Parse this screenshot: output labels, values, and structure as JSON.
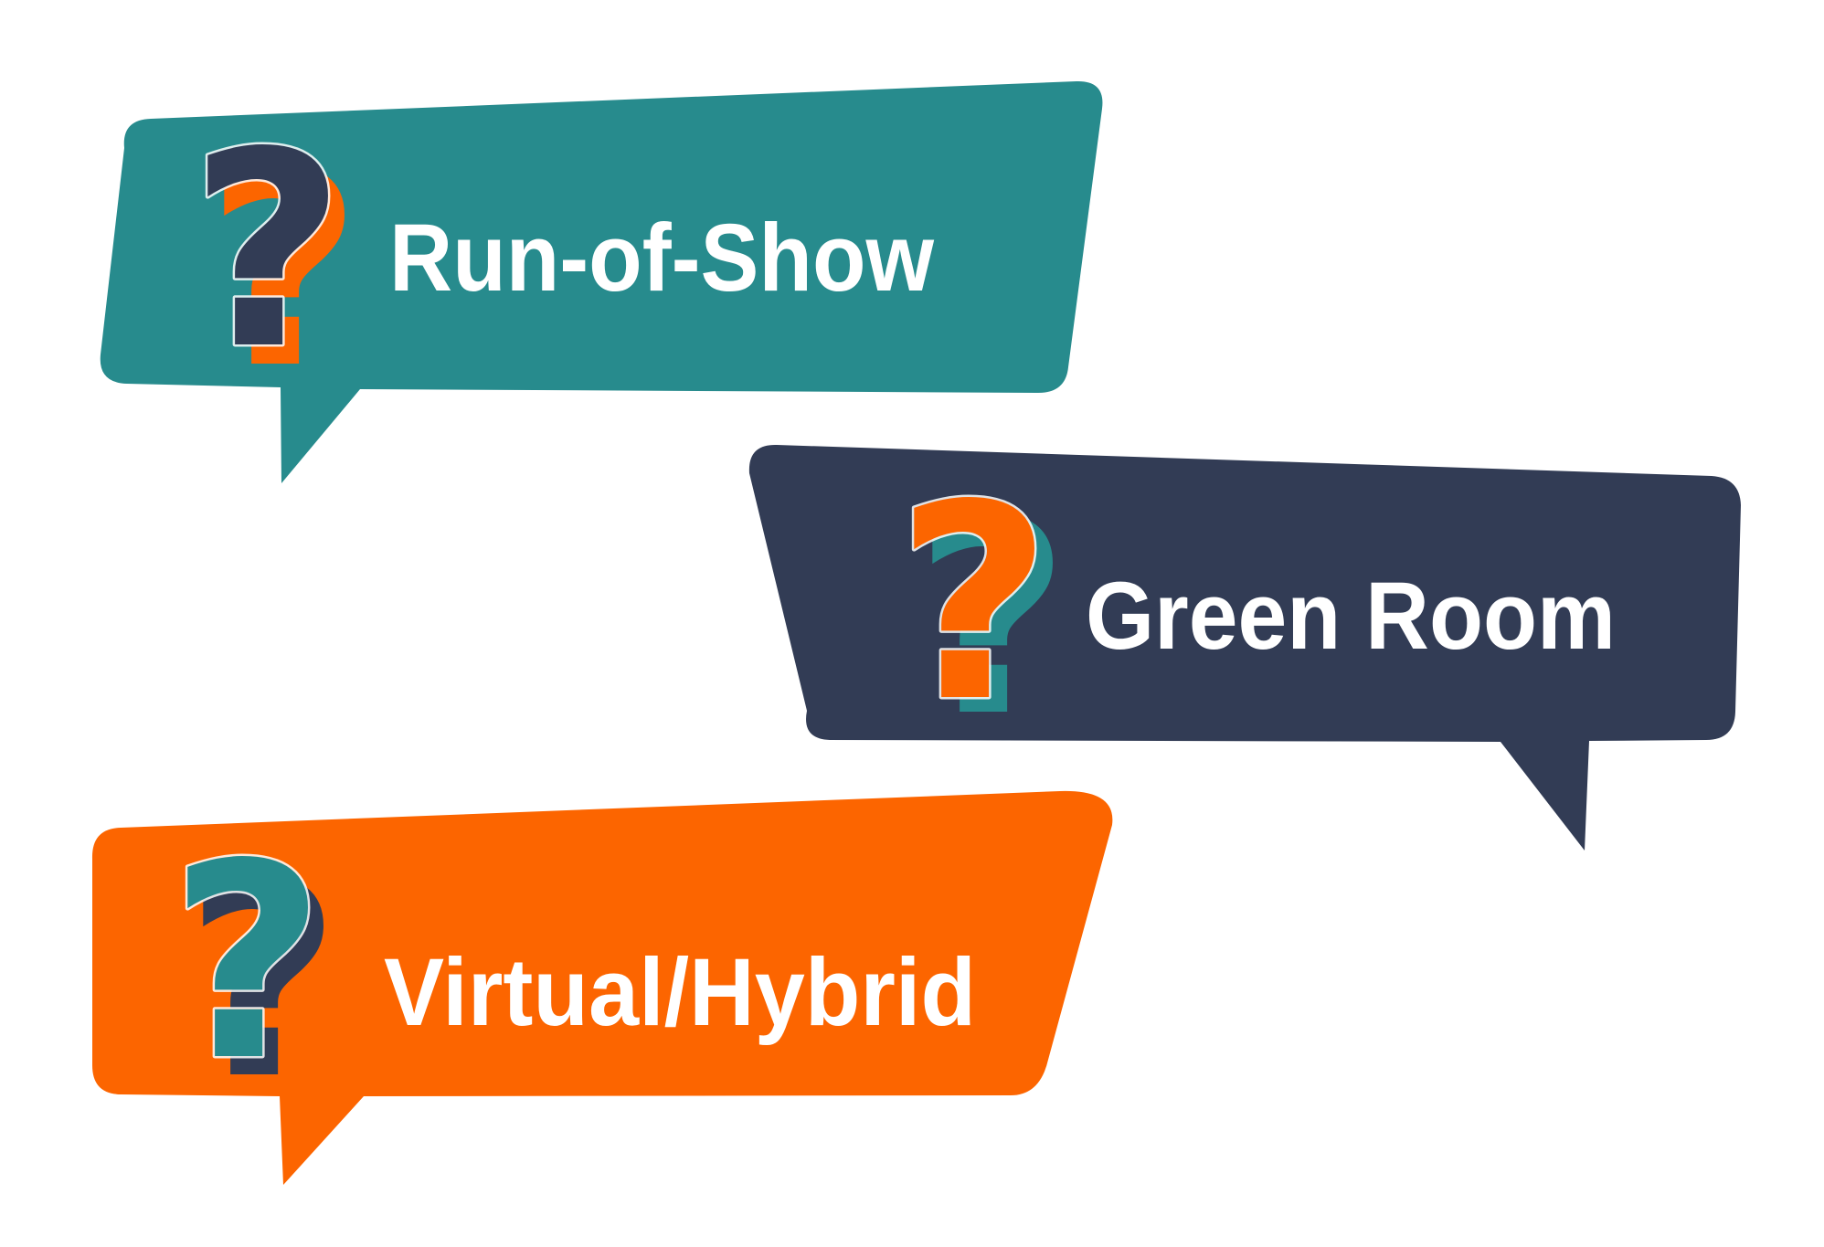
{
  "title": "Event questions speech-bubble graphic",
  "background": "#ffffff",
  "palette": {
    "teal": "#278b8d",
    "navy": "#323c55",
    "orange": "#fc6500",
    "label_text": "#ffffff"
  },
  "bubbles": [
    {
      "name": "run-of-show",
      "label": "Run-of-Show",
      "question_mark": "?",
      "fill": "#278b8d",
      "qm_fill": "#323c55",
      "qm_shadow": "#fc6500",
      "text_color": "#ffffff"
    },
    {
      "name": "green-room",
      "label": "Green Room",
      "question_mark": "?",
      "fill": "#323c55",
      "qm_fill": "#fc6500",
      "qm_shadow": "#278b8d",
      "text_color": "#ffffff"
    },
    {
      "name": "virtual-hybrid",
      "label": "Virtual/Hybrid",
      "question_mark": "?",
      "fill": "#fc6500",
      "qm_fill": "#278b8d",
      "qm_shadow": "#323c55",
      "text_color": "#ffffff"
    }
  ]
}
